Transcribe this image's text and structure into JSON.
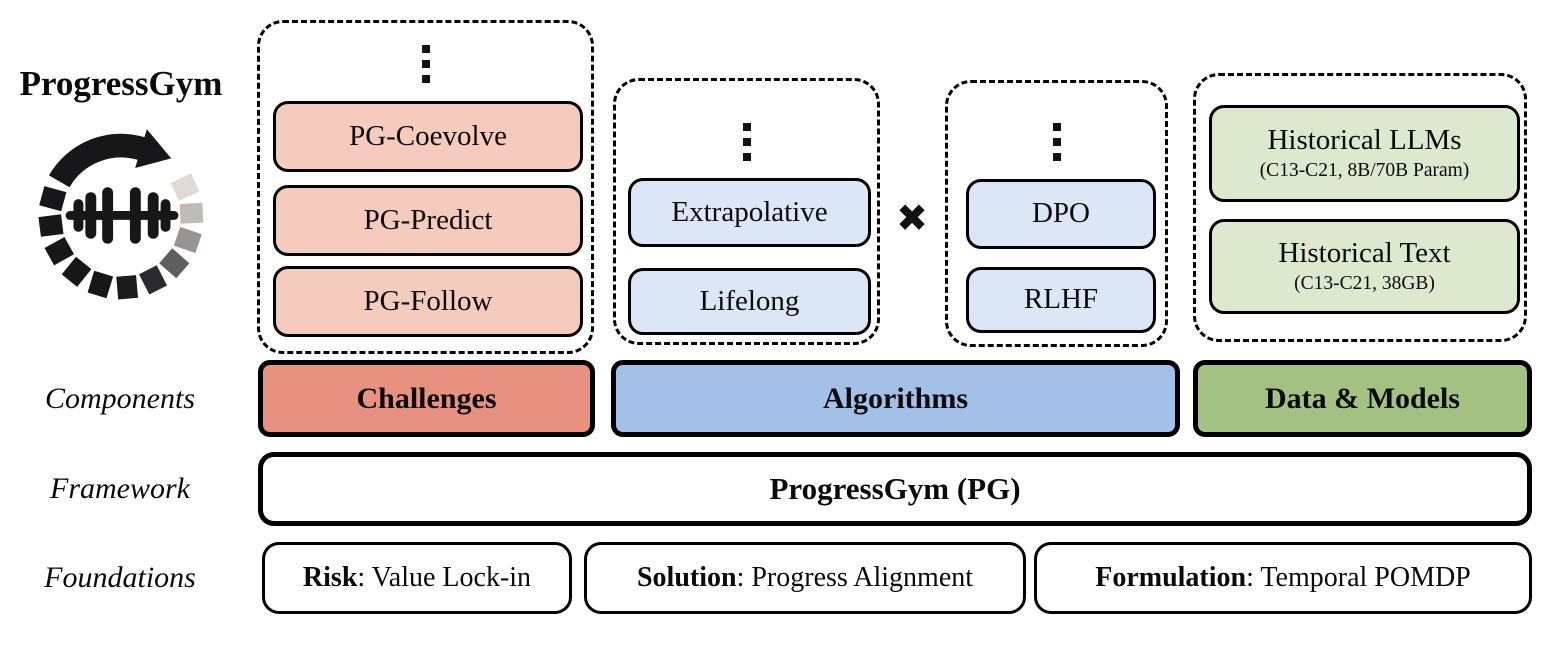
{
  "title": "ProgressGym",
  "icons": {
    "logo": "progressgym-logo: segmented circular arrow fading clockwise with dumbbell in center",
    "vertical_ellipsis": "⋮",
    "cross_multiply": "✖"
  },
  "panels": {
    "challenges": {
      "items": [
        "PG-Coevolve",
        "PG-Predict",
        "PG-Follow"
      ]
    },
    "algorithm_families": {
      "items": [
        "Extrapolative",
        "Lifelong"
      ]
    },
    "algorithm_optimizers": {
      "items": [
        "DPO",
        "RLHF"
      ]
    },
    "data_and_models": {
      "items": [
        {
          "title": "Historical LLMs",
          "subtitle": "(C13-C21, 8B/70B Param)"
        },
        {
          "title": "Historical Text",
          "subtitle": "(C13-C21, 38GB)"
        }
      ]
    }
  },
  "rows": {
    "components": {
      "label": "Components",
      "bars": [
        {
          "id": "challenges",
          "text": "Challenges"
        },
        {
          "id": "algorithms",
          "text": "Algorithms"
        },
        {
          "id": "data_models",
          "text": "Data & Models"
        }
      ]
    },
    "framework": {
      "label": "Framework",
      "bar_text": "ProgressGym (PG)"
    },
    "foundations": {
      "label": "Foundations",
      "boxes": [
        {
          "lead": "Risk",
          "rest": ": Value Lock-in"
        },
        {
          "lead": "Solution",
          "rest": ": Progress Alignment"
        },
        {
          "lead": "Formulation",
          "rest": ": Temporal POMDP"
        }
      ]
    }
  },
  "colors": {
    "challenge_item": "#F5CBBE",
    "challenge_bar": "#E89180",
    "algorithm_item": "#DBE6F6",
    "algorithm_bar": "#A2C0E8",
    "data_item": "#DDE9CE",
    "data_bar": "#A2C183",
    "outline": "#000000",
    "background": "#FFFFFF"
  }
}
